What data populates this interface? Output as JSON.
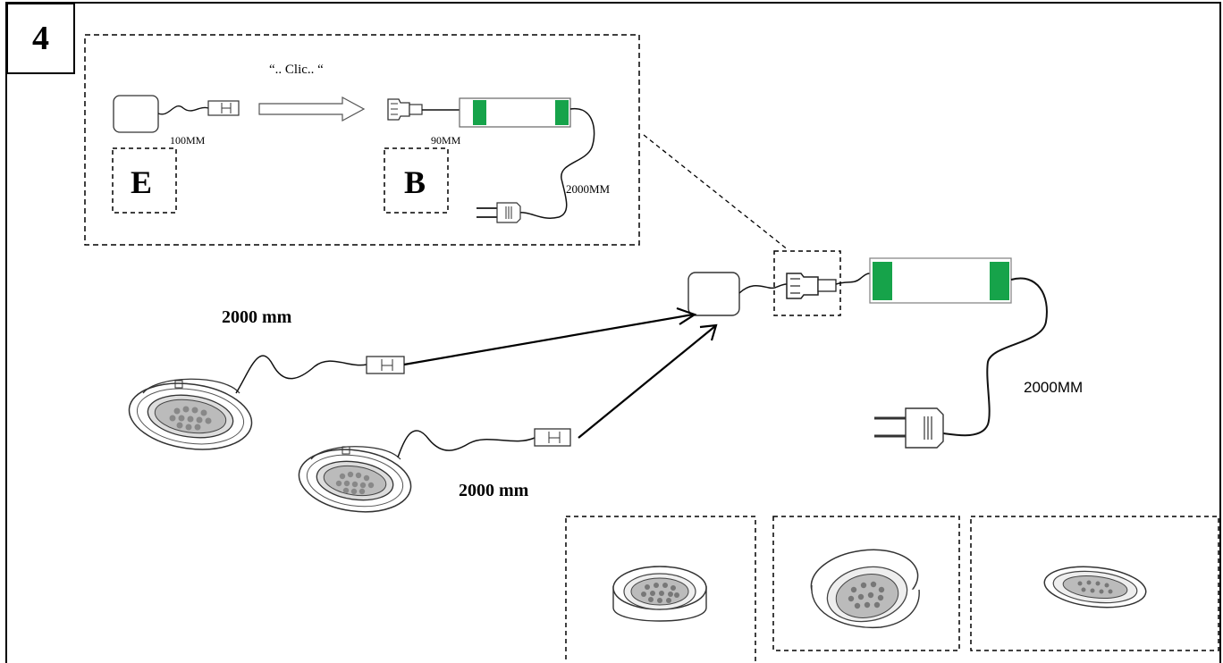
{
  "step_number": "4",
  "inset": {
    "click_text": "“.. Clic.. “",
    "sensor_cable_length": "100MM",
    "connector_cable_length": "90MM",
    "driver_cable_length": "2000MM",
    "label_e": "E",
    "label_b": "B"
  },
  "main": {
    "light1_cable_length": "2000 mm",
    "light2_cable_length": "2000 mm",
    "driver_cable_length": "2000MM"
  },
  "colors": {
    "terminal_green": "#16a34a",
    "line": "#000000"
  }
}
